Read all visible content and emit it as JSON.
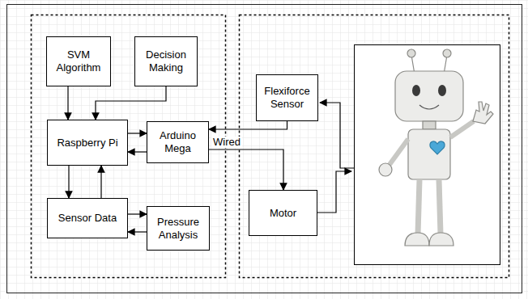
{
  "diagram": {
    "nodes": [
      {
        "text": [
          "SVM Algorithm"
        ]
      },
      {
        "text": [
          "Decision Making"
        ]
      },
      {
        "text": [
          "Raspberry Pi"
        ]
      },
      {
        "text": [
          "Arduino Mega"
        ]
      },
      {
        "text": [
          "Sensor Data"
        ]
      },
      {
        "text": [
          "Pressure Analysis"
        ]
      },
      {
        "text": [
          "Flexiforce Sensor"
        ]
      },
      {
        "text": [
          "Motor"
        ]
      }
    ],
    "edges": [
      {
        "from": 0,
        "to": 2,
        "arrow": "to"
      },
      {
        "from": 1,
        "to": 2,
        "arrow": "to"
      },
      {
        "from": 2,
        "to": 3,
        "arrow": "to"
      },
      {
        "from": 3,
        "to": 2,
        "arrow": "to"
      },
      {
        "from": 2,
        "to": 4,
        "arrow": "to"
      },
      {
        "from": 4,
        "to": 2,
        "arrow": "to"
      },
      {
        "from": 4,
        "to": 5,
        "arrow": "to"
      },
      {
        "from": 5,
        "to": 4,
        "arrow": "to"
      },
      {
        "from": 6,
        "to": 3,
        "arrow": "to"
      },
      {
        "from": 3,
        "to": 7,
        "label": "Wired",
        "arrow": "to"
      }
    ]
  }
}
